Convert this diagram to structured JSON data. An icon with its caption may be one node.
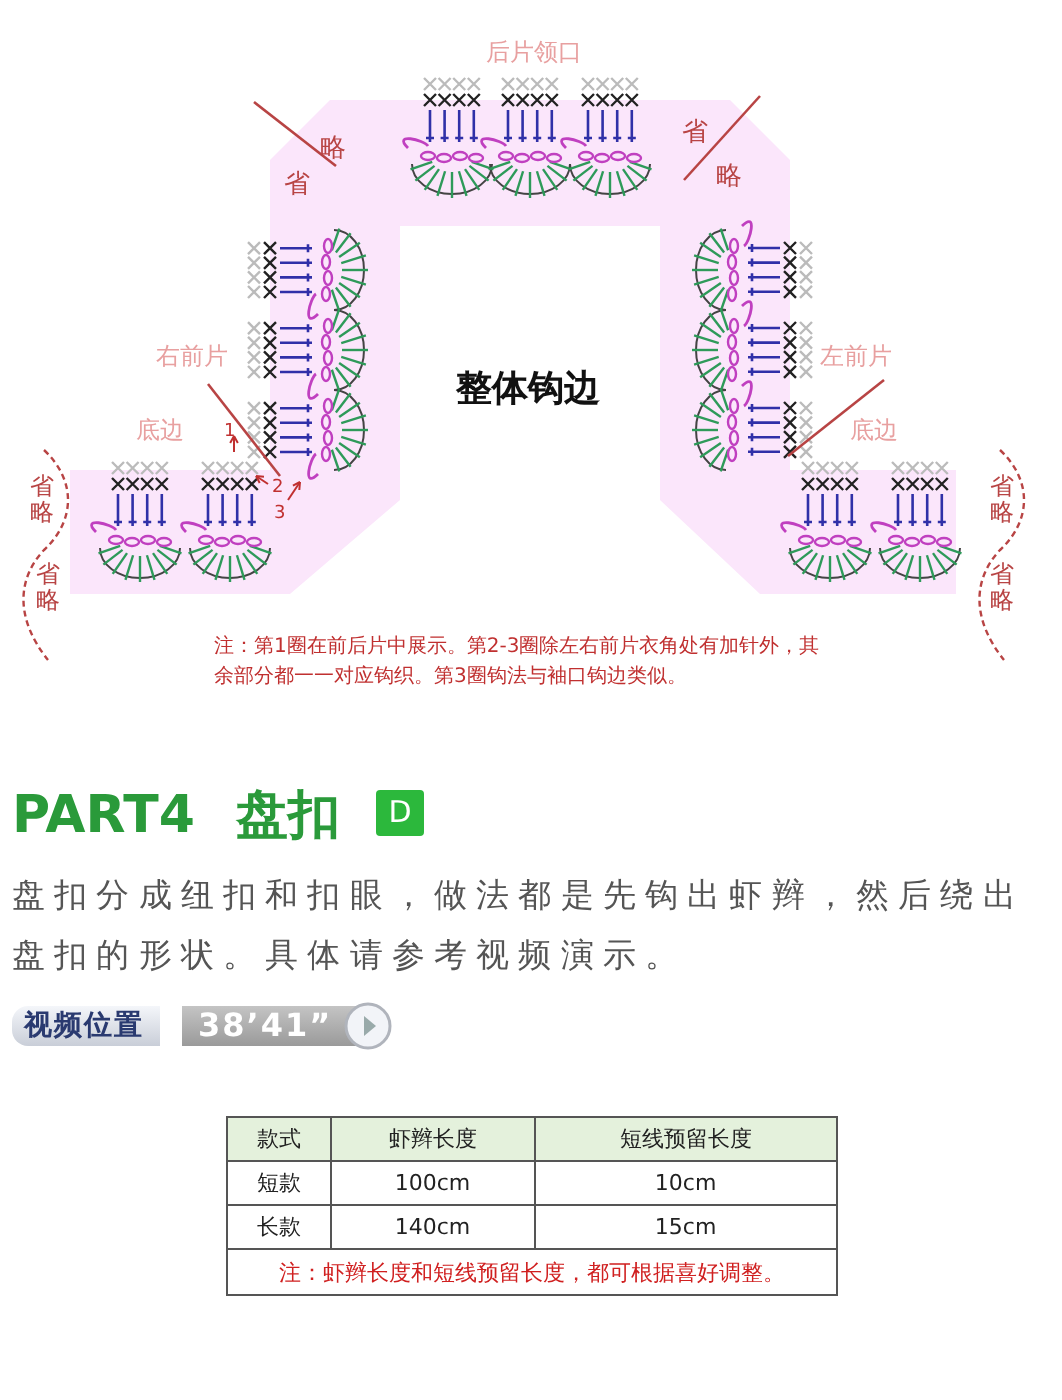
{
  "diagram": {
    "labels": [
      "后片领口",
      "略",
      "省",
      "省",
      "略",
      "右前片",
      "整体钩边",
      "左前片",
      "底边",
      "1",
      "2",
      "3",
      "底边",
      "省略",
      "省略",
      "省略",
      "省略",
      "注：第1圈在前后片中展示。第2-3圈除左右前片衣角处有加针外，其余部分都一一对应钩织。第3圈钩法与袖口钩边类似。",
      "PART4",
      "盘扣",
      "D",
      "盘扣分成纽扣和扣眼，做法都是先钩出虾辫，然后绕出盘扣的形状。具体请参考视频演示。",
      "视频位置",
      "38’41”",
      "款式",
      "虾辫长度",
      "短线预留长度",
      "短款",
      "100cm",
      "10cm",
      "长款",
      "140cm",
      "15cm",
      "注：虾辫长度和短线预留长度，都可根据喜好调整。"
    ]
  }
}
